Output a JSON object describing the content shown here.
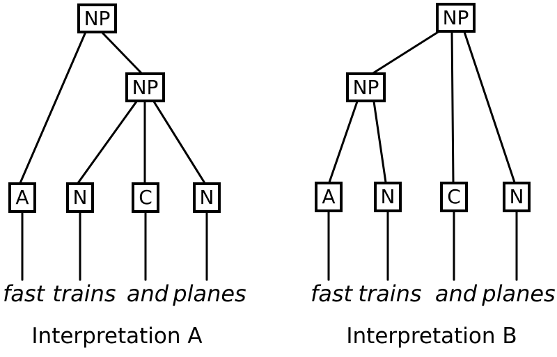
{
  "diagram": {
    "background_color": "#ffffff",
    "line_color": "#000000",
    "phrase": "fast trains and planes",
    "trees": [
      {
        "caption": "Interpretation A",
        "nodes": {
          "root": "NP",
          "inner": "NP",
          "leaf1": "A",
          "leaf2": "N",
          "leaf3": "C",
          "leaf4": "N"
        },
        "words": [
          "fast",
          "trains",
          "and",
          "planes"
        ]
      },
      {
        "caption": "Interpretation B",
        "nodes": {
          "root": "NP",
          "inner": "NP",
          "leaf1": "A",
          "leaf2": "N",
          "leaf3": "C",
          "leaf4": "N"
        },
        "words": [
          "fast",
          "trains",
          "and",
          "planes"
        ]
      }
    ]
  }
}
